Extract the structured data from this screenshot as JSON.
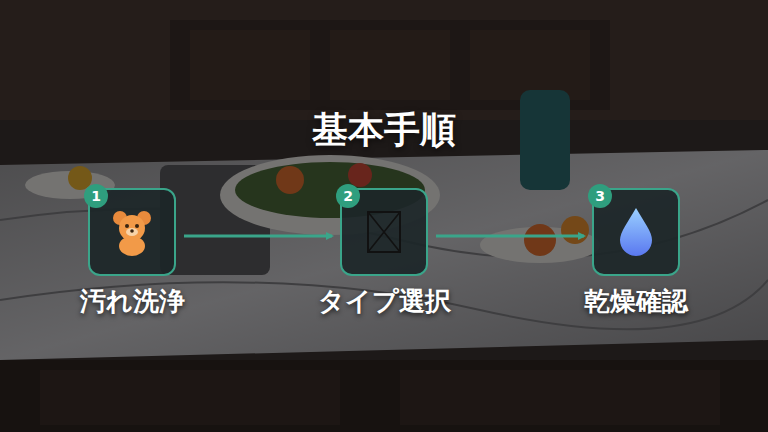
{
  "diagram": {
    "title": "基本手順",
    "nodes": [
      {
        "text": [
          "汚れ洗浄"
        ]
      },
      {
        "text": [
          "タイプ選択"
        ]
      },
      {
        "text": [
          "乾燥確認"
        ]
      }
    ],
    "edges": [
      {
        "from": 0,
        "to": 1,
        "arrow": "to"
      },
      {
        "from": 1,
        "to": 2,
        "arrow": "to"
      }
    ],
    "labels": [
      "1",
      "2",
      "3"
    ]
  }
}
